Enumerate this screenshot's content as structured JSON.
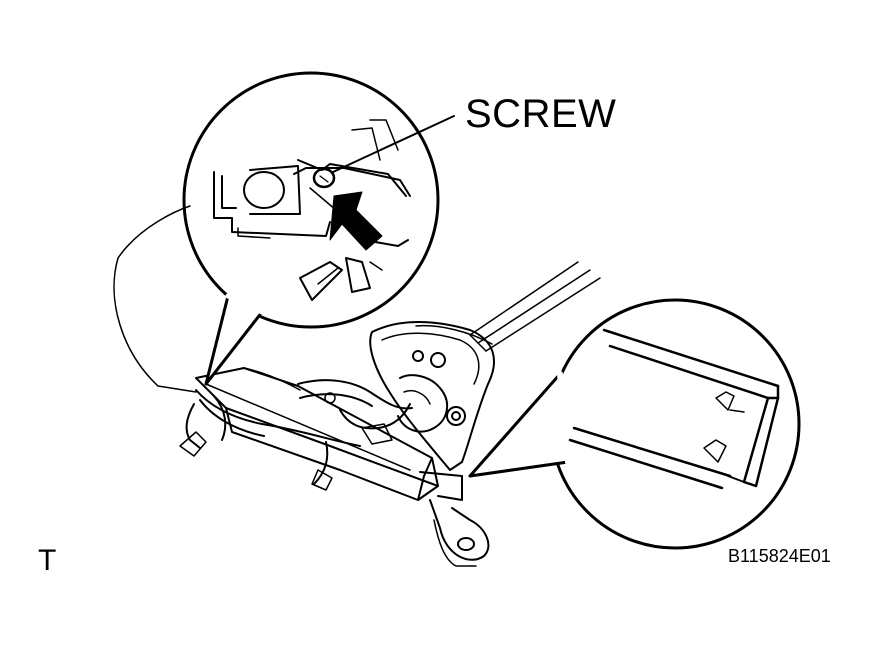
{
  "labels": {
    "callout": "SCREW",
    "corner": "T",
    "figure_code": "B115824E01"
  }
}
